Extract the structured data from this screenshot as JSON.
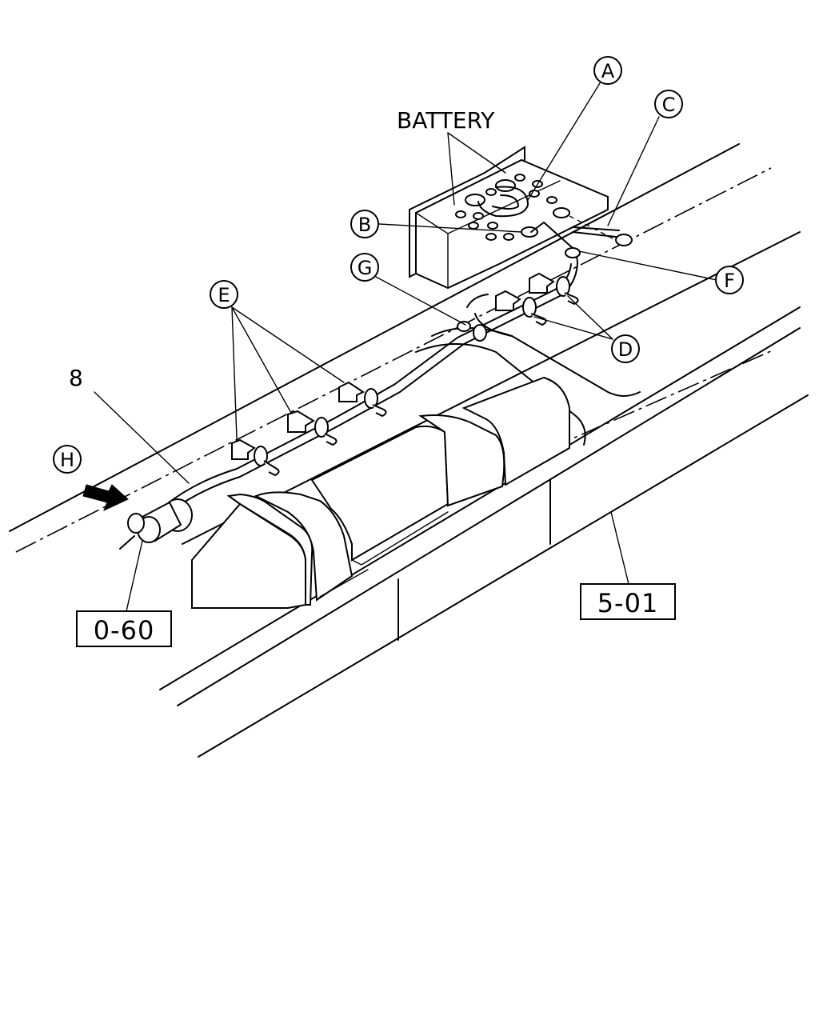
{
  "labels": {
    "battery": "BATTERY",
    "part_number": "8"
  },
  "callouts": {
    "a": "A",
    "b": "B",
    "c": "C",
    "d": "D",
    "e": "E",
    "f": "F",
    "g": "G",
    "h": "H"
  },
  "references": {
    "ref_left": "0-60",
    "ref_right": "5-01"
  }
}
